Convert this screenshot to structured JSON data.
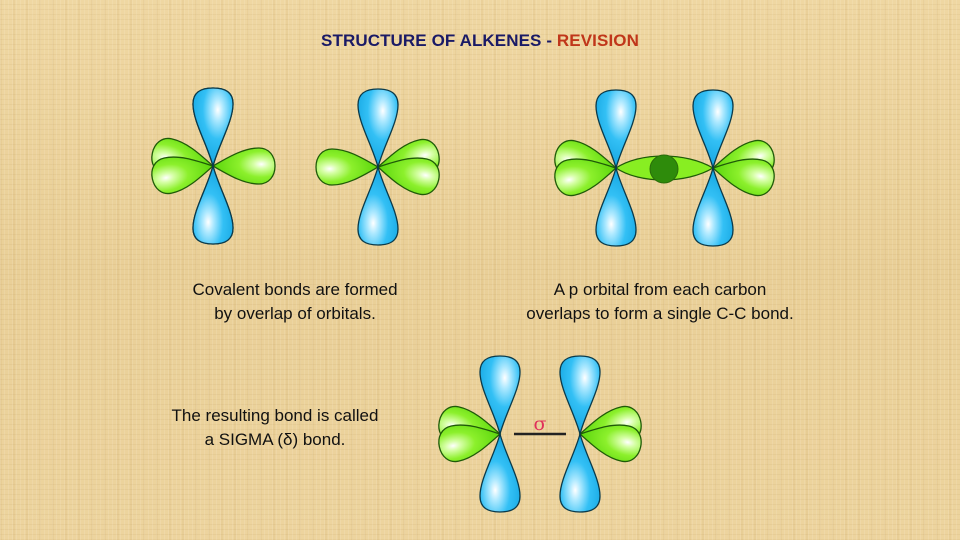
{
  "slide": {
    "title_main": "STRUCTURE OF ALKENES - ",
    "title_accent": "REVISION",
    "colors": {
      "title": "#1a1a66",
      "accent": "#c0361a",
      "p_orbital": "#1aaeea",
      "sp2_orbital": "#66dd11",
      "overlap": "#2e8b0b",
      "sigma_symbol": "#e0305a",
      "bond_line": "#222222"
    }
  },
  "captions": {
    "overlap_line1": "Covalent bonds are formed",
    "overlap_line2": "by overlap of orbitals.",
    "p_orbital_line1": "A p orbital from each carbon",
    "p_orbital_line2": "overlaps to form a single C-C bond.",
    "sigma_line1": "The resulting bond is called",
    "sigma_line2": "a SIGMA (δ) bond."
  },
  "diagrams": {
    "separate_carbons": "two sp2 carbon atoms, orbitals not overlapping",
    "overlapping_carbons": "two sp2 carbon atoms with overlapping orbital region",
    "sigma_bond": {
      "symbol": "σ",
      "description": "two carbon atoms joined by a sigma bond line"
    }
  }
}
